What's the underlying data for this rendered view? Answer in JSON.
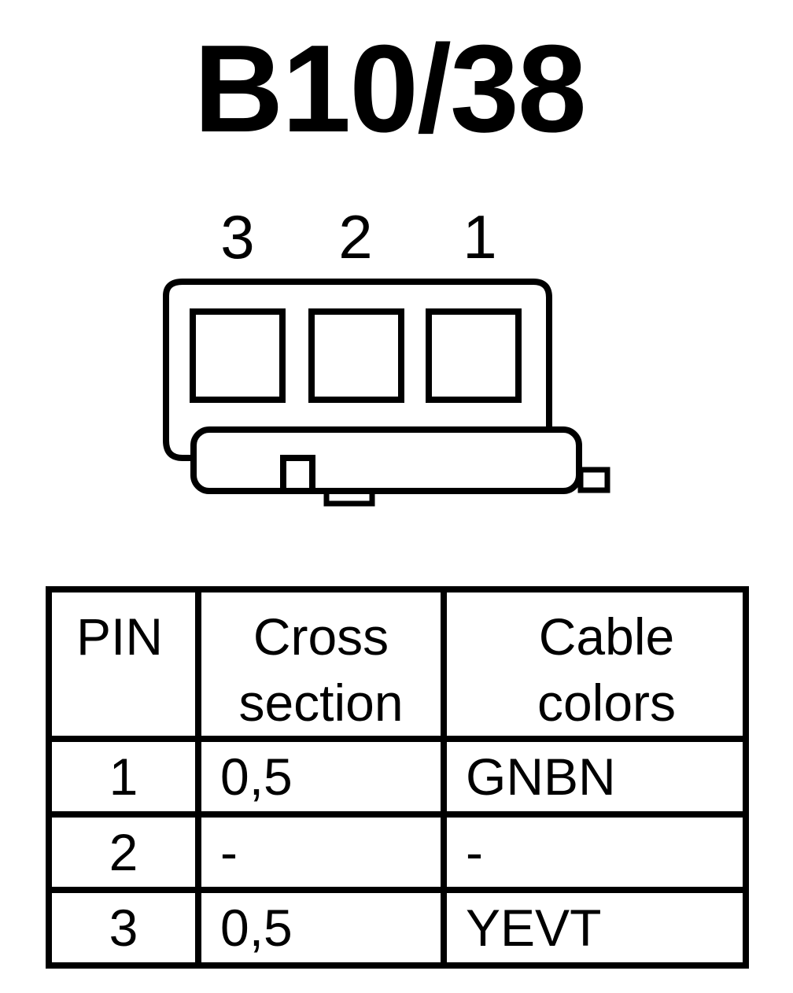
{
  "title": "B10/38",
  "connector": {
    "pin_labels": [
      "3",
      "2",
      "1"
    ]
  },
  "table": {
    "headers": {
      "pin": "PIN",
      "cross_line1": "Cross",
      "cross_line2": "section",
      "color_line1": "Cable",
      "color_line2": "colors"
    },
    "rows": [
      {
        "pin": "1",
        "cross_section": "0,5",
        "cable_color": "GNBN"
      },
      {
        "pin": "2",
        "cross_section": "-",
        "cable_color": "-"
      },
      {
        "pin": "3",
        "cross_section": "0,5",
        "cable_color": "YEVT"
      }
    ]
  }
}
